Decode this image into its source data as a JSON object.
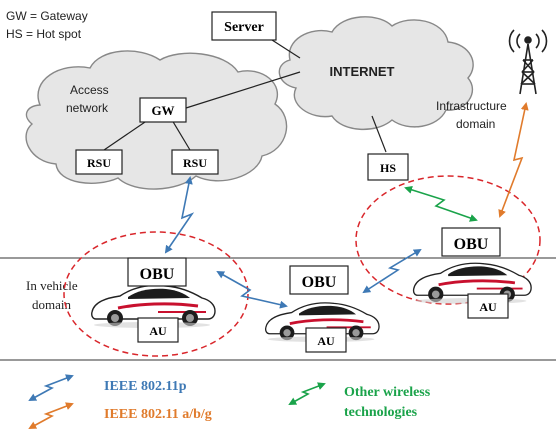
{
  "legend_top": {
    "gw": "GW = Gateway",
    "hs": "HS = Hot spot"
  },
  "nodes": {
    "server": "Server",
    "internet": "INTERNET",
    "access_network": [
      "Access",
      "network"
    ],
    "gw": "GW",
    "rsu_left": "RSU",
    "rsu_right": "RSU",
    "hs": "HS",
    "infrastructure_domain": [
      "Infrastructure",
      "domain"
    ],
    "in_vehicle_domain": [
      "In vehicle",
      "domain"
    ],
    "obu_left": "OBU",
    "obu_middle": "OBU",
    "obu_right": "OBU",
    "au_left": "AU",
    "au_middle": "AU",
    "au_right": "AU"
  },
  "legend_bottom": {
    "ieee_p": "IEEE 802.11p",
    "ieee_abg": "IEEE 802.11 a/b/g",
    "other": [
      "Other wireless",
      "technologies"
    ]
  },
  "colors": {
    "ieee_p": "#3e79b5",
    "ieee_abg": "#e07b2c",
    "other": "#1aa34a",
    "domain_circle": "#d9262b",
    "cloud_fill": "#e6e6e6",
    "car_red": "#c8102e"
  },
  "icons": {
    "tower": "radio-tower-icon",
    "car": "sports-car-icon"
  }
}
